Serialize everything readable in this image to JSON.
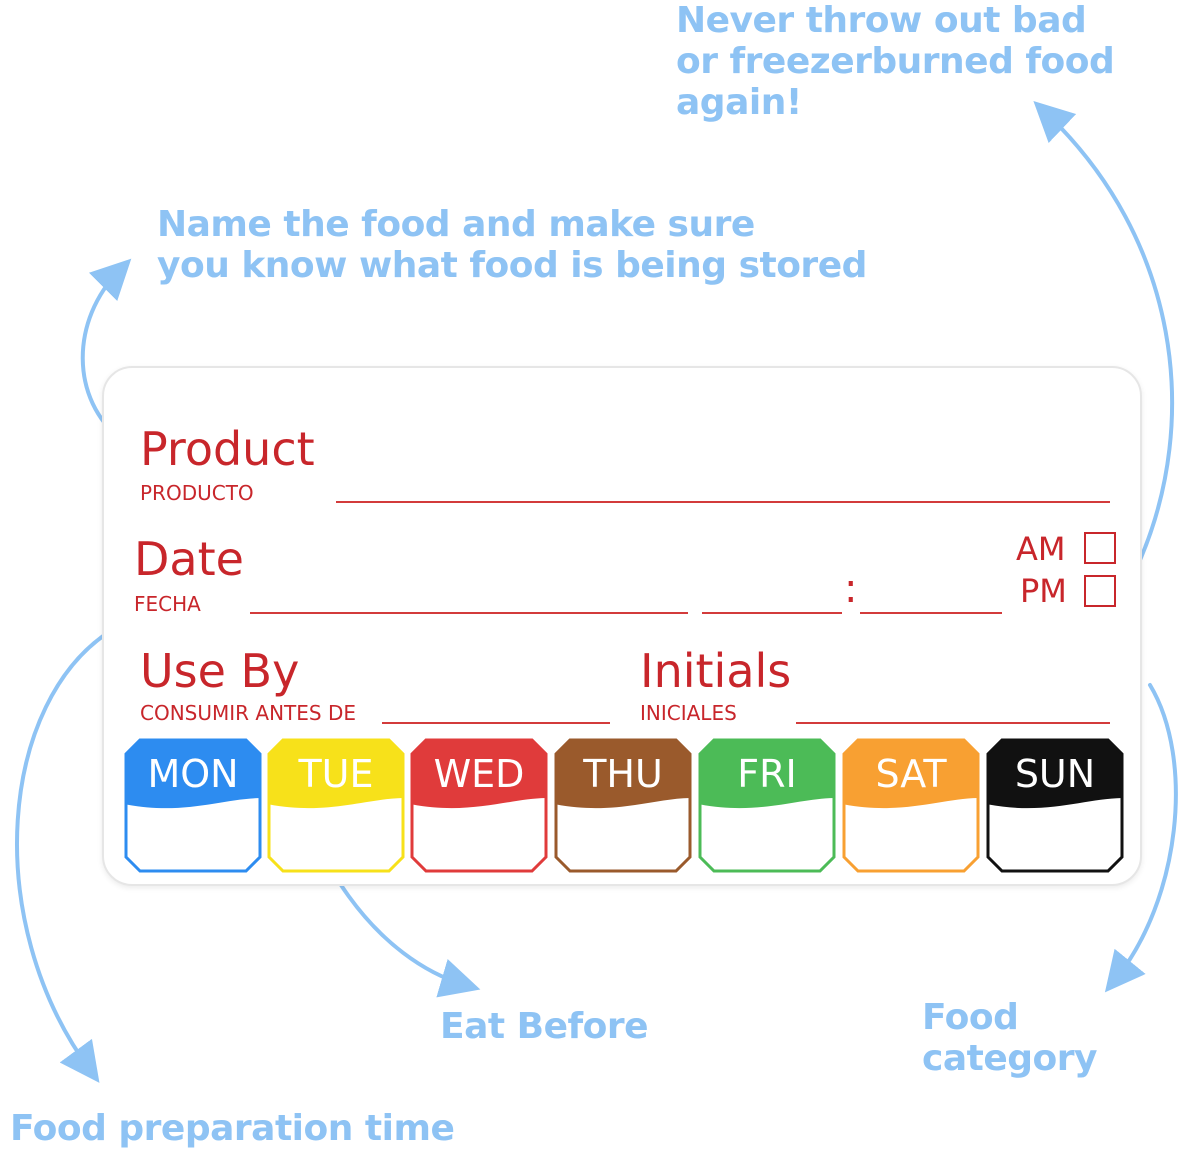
{
  "callouts": {
    "top": "Never throw out bad\nor freezerburned food again!",
    "name": "Name the food and make sure\nyou know what food is being stored",
    "eat_before": "Eat Before",
    "food_category": "Food category",
    "prep_time": "Food preparation time"
  },
  "label": {
    "product": "Product",
    "product_es": "PRODUCTO",
    "date": "Date",
    "date_es": "FECHA",
    "colon": ":",
    "am": "AM",
    "pm": "PM",
    "use_by": "Use By",
    "use_by_es": "CONSUMIR ANTES DE",
    "initials": "Initials",
    "initials_es": "INICIALES"
  },
  "days": [
    {
      "name": "MON",
      "color": "#2d8cf0"
    },
    {
      "name": "TUE",
      "color": "#f7e11a"
    },
    {
      "name": "WED",
      "color": "#e03b3b"
    },
    {
      "name": "THU",
      "color": "#9a5a2c"
    },
    {
      "name": "FRI",
      "color": "#4cbb57"
    },
    {
      "name": "SAT",
      "color": "#f8a032"
    },
    {
      "name": "SUN",
      "color": "#111111"
    }
  ],
  "colors": {
    "accent_red": "#c8262b",
    "callout_blue": "#8ec3f4"
  }
}
